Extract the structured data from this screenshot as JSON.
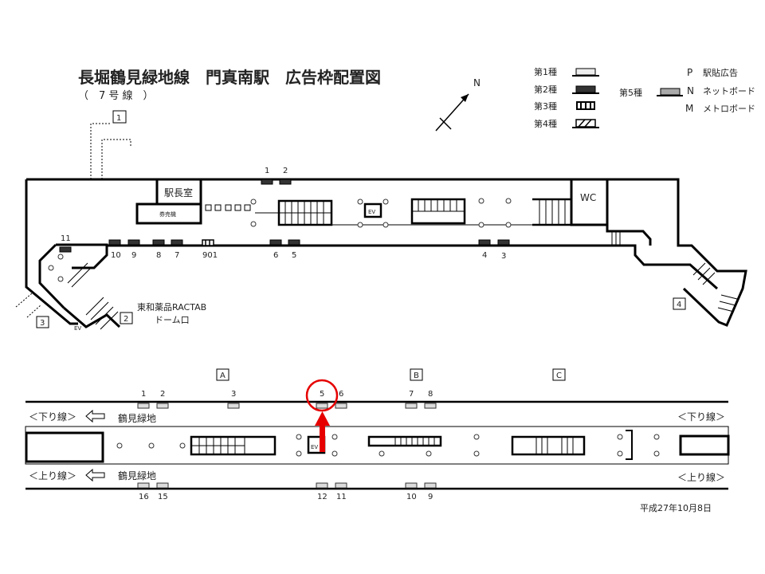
{
  "title": "長堀鶴見緑地線　門真南駅　広告枠配置図",
  "subtitle": "（　7 号 線　）",
  "north_label": "N",
  "legend": {
    "type1": "第1種",
    "type2": "第2種",
    "type3": "第3種",
    "type4": "第4種",
    "type5": "第5種",
    "codes": [
      {
        "code": "P",
        "label": "駅貼広告"
      },
      {
        "code": "N",
        "label": "ネットボード"
      },
      {
        "code": "M",
        "label": "メトロボード"
      }
    ]
  },
  "exits": [
    "1",
    "2",
    "3",
    "4"
  ],
  "rooms": {
    "station_master": "駅長室",
    "ticket_machine": "券売機",
    "wc": "WC",
    "ev": "EV"
  },
  "store": {
    "line1": "東和薬品RACTAB",
    "line2": "ドーム口"
  },
  "concourse_ads": [
    "1",
    "2",
    "11",
    "10",
    "9",
    "8",
    "7",
    "901",
    "6",
    "5",
    "4",
    "3"
  ],
  "platform": {
    "zones": [
      "A",
      "B",
      "C"
    ],
    "top_ads": [
      "1",
      "2",
      "3",
      "5",
      "6",
      "7",
      "8"
    ],
    "bottom_ads": [
      "16",
      "15",
      "12",
      "11",
      "10",
      "9"
    ],
    "down_line": "＜下り線＞",
    "up_line": "＜上り線＞",
    "destination": "鶴見緑地",
    "highlighted_ad": "5",
    "accent_color": "#e60000"
  },
  "date": "平成27年10月8日"
}
